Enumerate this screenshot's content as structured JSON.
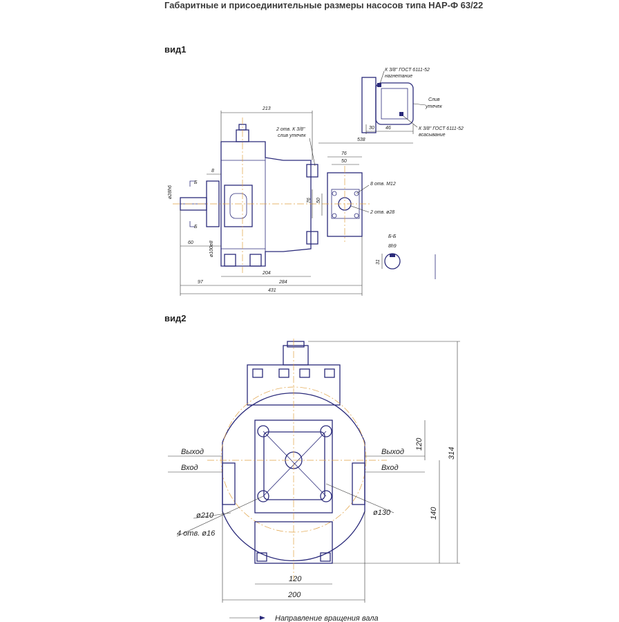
{
  "title": "Габаритные и присоединительные размеры насосов типа НАР-Ф 63/22",
  "views": {
    "view1_label": "вид1",
    "view2_label": "вид2"
  },
  "view1": {
    "dim_213": "213",
    "dim_8": "8",
    "dim_d28h6": "ø28h6",
    "dim_60": "60",
    "dim_d100e8": "ø100e8",
    "dim_97": "97",
    "dim_204": "204",
    "dim_284": "284",
    "dim_431": "431",
    "dim_76_top": "76",
    "dim_50_top": "50",
    "dim_76_side": "76",
    "dim_50_side": "50",
    "note_drain": "2 отв. К 3/8\"",
    "note_drain2": "слив утечек",
    "note_m12": "8 отв. М12",
    "note_d28": "2 отв. ø28",
    "section_b": "Б",
    "section_title": "Б-Б",
    "dim_8h9": "8h9",
    "dim_31": "31",
    "side_k38_top": "К 3/8\" ГОСТ 6111-52",
    "side_pressure": "нагнетание",
    "side_drain": "Слив",
    "side_drain2": "утечек",
    "side_dim_30": "30",
    "side_dim_46": "46",
    "side_k38_bottom": "К 3/8\" ГОСТ 6111-52",
    "side_suction": "всасывание",
    "side_dim_538": "538"
  },
  "view2": {
    "exit_left": "Выход",
    "entry_left": "Вход",
    "exit_right": "Выход",
    "entry_right": "Вход",
    "dim_120_v": "120",
    "dim_314": "314",
    "dim_140": "140",
    "dim_d210": "ø210",
    "dim_holes": "4 отв. ø16",
    "dim_d130": "ø130",
    "dim_120_h": "120",
    "dim_200": "200",
    "rotation": "Направление вращения вала"
  }
}
